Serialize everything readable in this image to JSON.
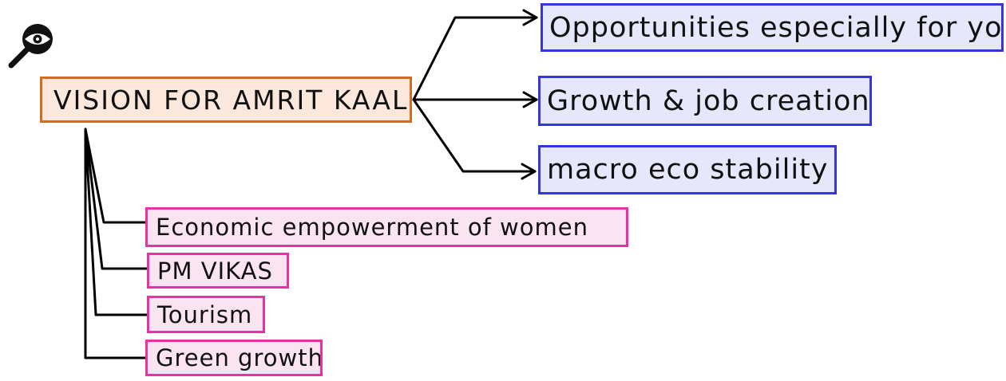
{
  "root": {
    "label": "VISION FOR AMRIT KAAL"
  },
  "right_branches": [
    {
      "label": "Opportunities especially for youth"
    },
    {
      "label": "Growth & job creation"
    },
    {
      "label": "macro eco stability"
    }
  ],
  "left_branches": [
    {
      "label": "Economic empowerment of women"
    },
    {
      "label": "PM VIKAS"
    },
    {
      "label": "Tourism"
    },
    {
      "label": "Green growth"
    }
  ],
  "icon": "magnifier-eye-icon",
  "colors": {
    "root_fill": "#fbe7dc",
    "root_border": "#d06d21",
    "right_fill": "#e7e7fb",
    "right_border": "#3535e0",
    "left_fill": "#fbe4f1",
    "left_border": "#ea31a1",
    "line": "#000000"
  }
}
